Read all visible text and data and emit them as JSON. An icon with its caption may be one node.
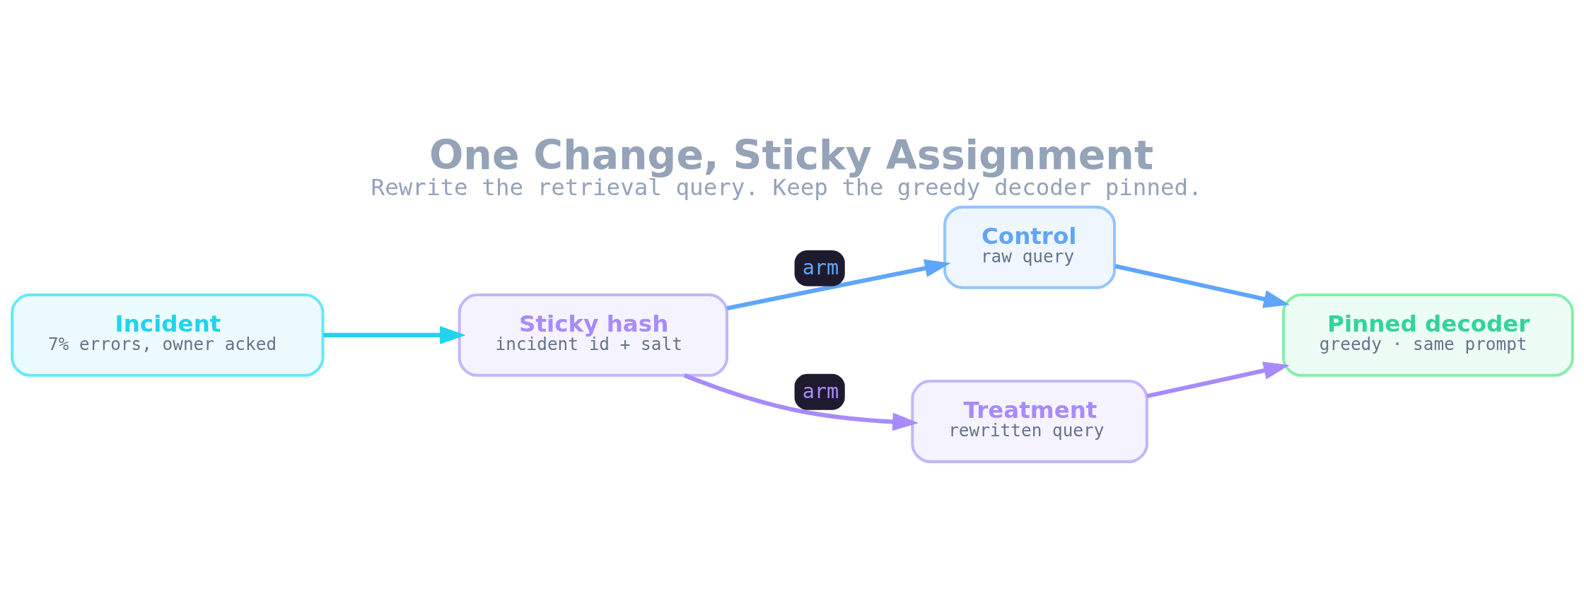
{
  "diagram": {
    "title": "One Change, Sticky Assignment",
    "caption": "Rewrite the retrieval query. Keep the greedy decoder pinned.",
    "nodes": [
      {
        "text": [
          "Incident",
          "7% errors, owner acked"
        ]
      },
      {
        "text": [
          "Sticky hash",
          "incident id + salt"
        ]
      },
      {
        "text": [
          "Control",
          "raw query"
        ]
      },
      {
        "text": [
          "Treatment",
          "rewritten query"
        ]
      },
      {
        "text": [
          "Pinned decoder",
          "greedy · same prompt"
        ]
      }
    ],
    "edges": [
      {
        "from": 0,
        "to": 1,
        "arrow": "to",
        "color": "#22d3ee"
      },
      {
        "from": 1,
        "to": 2,
        "arrow": "to",
        "label": "arm",
        "color": "#60a5fa"
      },
      {
        "from": 1,
        "to": 3,
        "arrow": "to",
        "label": "arm",
        "color": "#a78bfa"
      },
      {
        "from": 2,
        "to": 4,
        "arrow": "to",
        "color": "#60a5fa"
      },
      {
        "from": 3,
        "to": 4,
        "arrow": "to",
        "color": "#a78bfa"
      }
    ]
  }
}
